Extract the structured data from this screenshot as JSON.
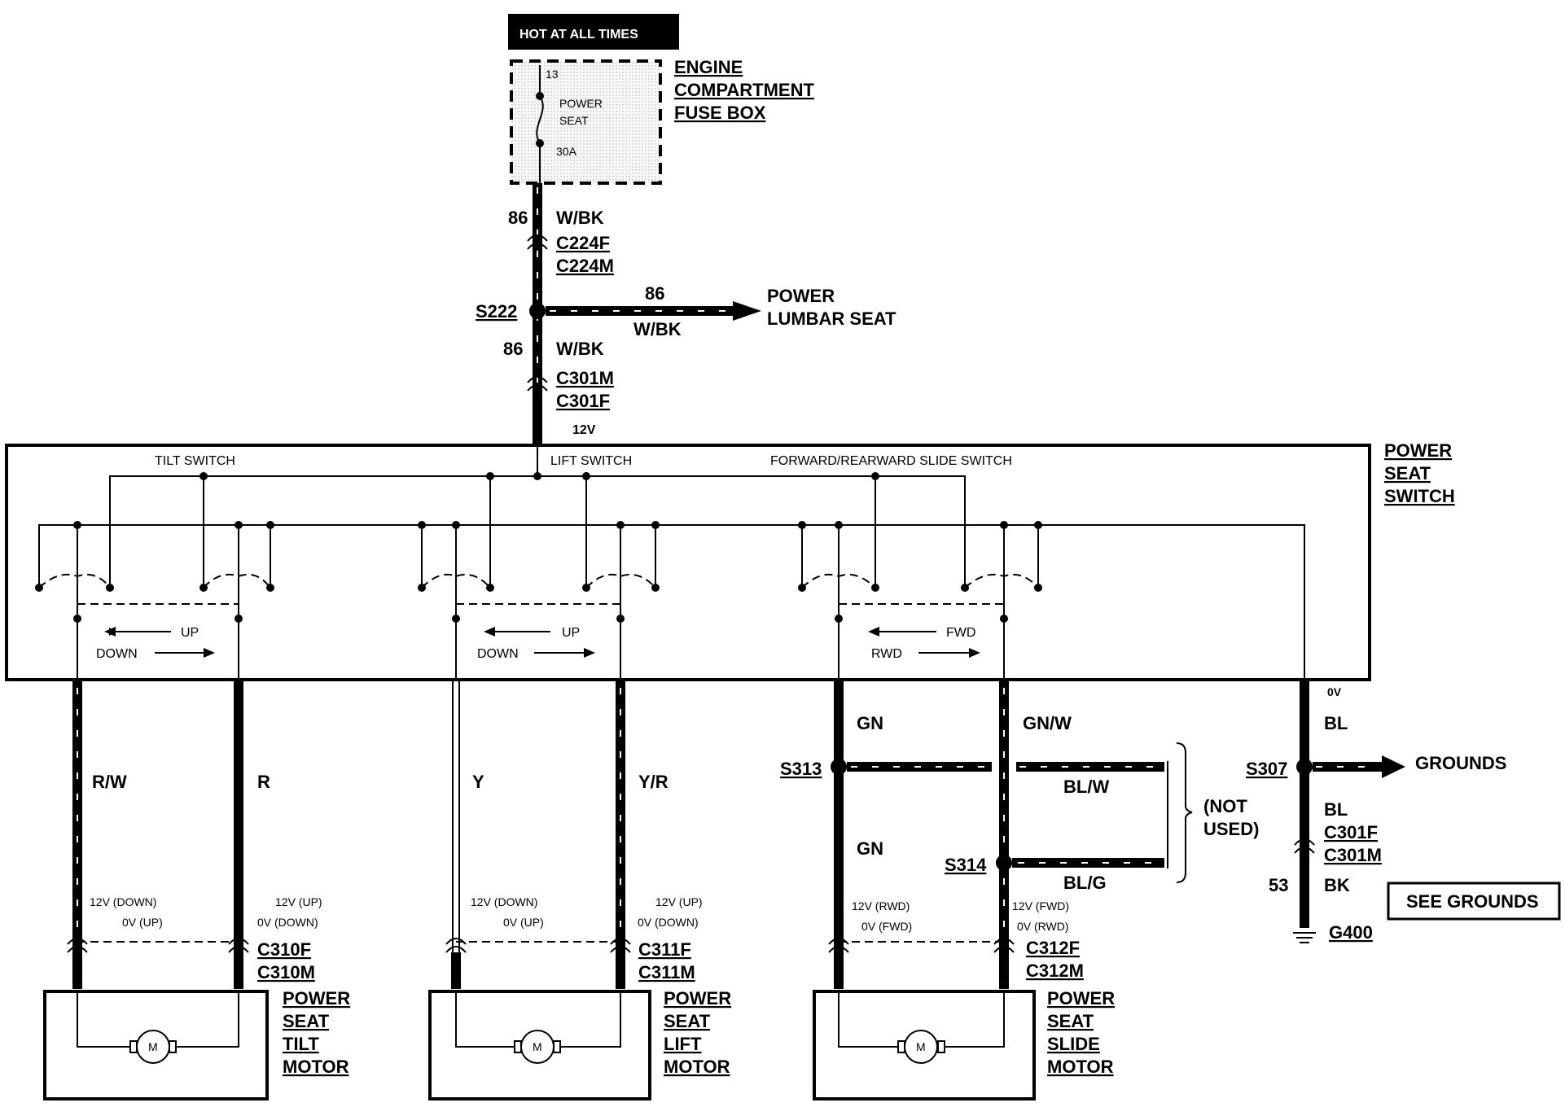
{
  "header": {
    "hot_label": "HOT AT ALL TIMES"
  },
  "fuse_box": {
    "title_lines": [
      "ENGINE",
      "COMPARTMENT",
      "FUSE BOX"
    ],
    "fuse_number": "13",
    "fuse_name_lines": [
      "POWER",
      "SEAT"
    ],
    "fuse_rating": "30A"
  },
  "feed": {
    "circuit_upper": "86",
    "color_upper": "W/BK",
    "conn_upper_a": "C224F",
    "conn_upper_b": "C224M",
    "splice": "S222",
    "branch_circuit": "86",
    "branch_color": "W/BK",
    "branch_dest_lines": [
      "POWER",
      "LUMBAR SEAT"
    ],
    "circuit_lower": "86",
    "color_lower": "W/BK",
    "conn_lower_a": "C301M",
    "conn_lower_b": "C301F",
    "voltage": "12V"
  },
  "switch_box": {
    "title_lines": [
      "POWER",
      "SEAT",
      "SWITCH"
    ],
    "tilt_label": "TILT SWITCH",
    "lift_label": "LIFT SWITCH",
    "slide_label": "FORWARD/REARWARD SLIDE SWITCH",
    "tilt_up": "UP",
    "tilt_down": "DOWN",
    "lift_up": "UP",
    "lift_down": "DOWN",
    "slide_fwd": "FWD",
    "slide_rwd": "RWD",
    "ground_voltage": "0V"
  },
  "tilt_circuit": {
    "left_color": "R/W",
    "right_color": "R",
    "left_v1": "12V (DOWN)",
    "left_v2": "0V (UP)",
    "right_v1": "12V (UP)",
    "right_v2": "0V (DOWN)",
    "conn_a": "C310F",
    "conn_b": "C310M",
    "motor_lines": [
      "POWER",
      "SEAT",
      "TILT",
      "MOTOR"
    ],
    "motor_symbol": "M"
  },
  "lift_circuit": {
    "left_color": "Y",
    "right_color": "Y/R",
    "left_v1": "12V (DOWN)",
    "left_v2": "0V (UP)",
    "right_v1": "12V (UP)",
    "right_v2": "0V (DOWN)",
    "conn_a": "C311F",
    "conn_b": "C311M",
    "motor_lines": [
      "POWER",
      "SEAT",
      "LIFT",
      "MOTOR"
    ],
    "motor_symbol": "M"
  },
  "slide_circuit": {
    "left_color_top": "GN",
    "left_color_bottom": "GN",
    "right_color": "GN/W",
    "splice_a": "S313",
    "splice_b": "S314",
    "branch_a_color": "BL/W",
    "branch_b_color": "BL/G",
    "not_used_lines": [
      "(NOT",
      "USED)"
    ],
    "left_v1": "12V (RWD)",
    "left_v2": "0V (FWD)",
    "right_v1": "12V (FWD)",
    "right_v2": "0V (RWD)",
    "conn_a": "C312F",
    "conn_b": "C312M",
    "motor_lines": [
      "POWER",
      "SEAT",
      "SLIDE",
      "MOTOR"
    ],
    "motor_symbol": "M"
  },
  "ground_circuit": {
    "color_top": "BL",
    "splice": "S307",
    "grounds_label": "GROUNDS",
    "color_mid": "BL",
    "conn_a": "C301F",
    "conn_b": "C301M",
    "circuit": "53",
    "color_bottom": "BK",
    "ground_id": "G400",
    "see_grounds": "SEE GROUNDS"
  }
}
